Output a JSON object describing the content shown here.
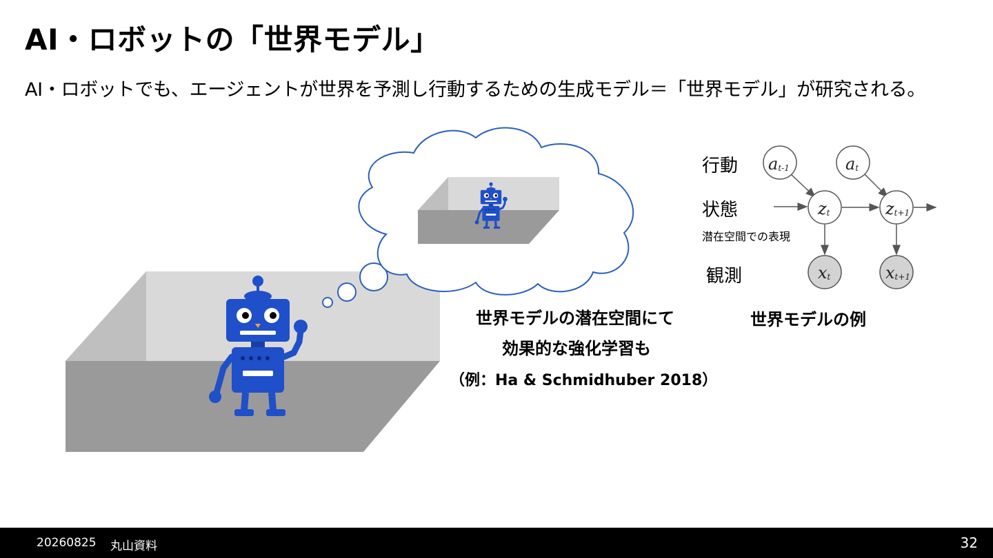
{
  "slide": {
    "title": "AI・ロボットの「世界モデル」",
    "subtitle": "AI・ロボットでも、エージェントが世界を予測し行動するための生成モデル＝「世界モデル」が研究される。"
  },
  "illustration": {
    "caption_line1": "世界モデルの潜在空間にて",
    "caption_line2": "効果的な強化学習も",
    "caption_line3": "（例：Ha & Schmidhuber 2018）"
  },
  "diagram": {
    "row_labels": {
      "action": "行動",
      "state": "状態",
      "latent_note": "潜在空間での表現",
      "observation": "観測"
    },
    "nodes": {
      "a_prev": {
        "base": "a",
        "sub": "t-1"
      },
      "a_t": {
        "base": "a",
        "sub": "t"
      },
      "z_t": {
        "base": "z",
        "sub": "t"
      },
      "z_next": {
        "base": "z",
        "sub": "t+1"
      },
      "x_t": {
        "base": "x",
        "sub": "t"
      },
      "x_next": {
        "base": "x",
        "sub": "t+1"
      }
    },
    "caption": "世界モデルの例"
  },
  "colors": {
    "robot_blue": "#1f4fc9",
    "thought_outline": "#2b5fbf",
    "room_wall": "#d9d9d9",
    "room_floor": "#9a9a9a",
    "room_side": "#bfbfbf",
    "observed_node": "#d3d3d3"
  },
  "footer": {
    "date": "20260825",
    "source": "丸山資料",
    "page": "32"
  }
}
